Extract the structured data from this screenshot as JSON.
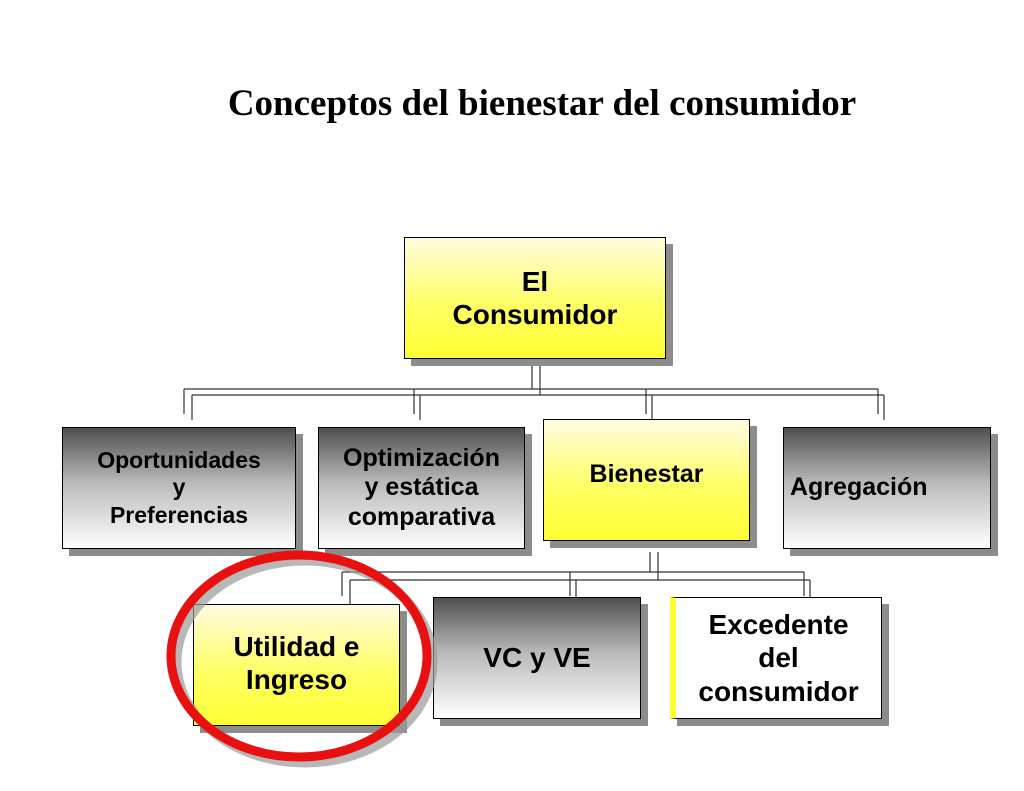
{
  "title": "Conceptos del bienestar del consumidor",
  "nodes": {
    "root": "El\nConsumidor",
    "oportunidades": "Oportunidades\ny\nPreferencias",
    "optimizacion": "Optimización\ny estática\ncomparativa",
    "bienestar": "Bienestar",
    "agregacion": "Agregación",
    "utilidad": "Utilidad e\nIngreso",
    "vc_ve": "VC  y  VE",
    "excedente": "Excedente\ndel\nconsumidor"
  },
  "colors": {
    "highlight_fill": "#ffff33",
    "neutral_fill": "#b9b9b9",
    "circle_highlight": "#e81010"
  }
}
